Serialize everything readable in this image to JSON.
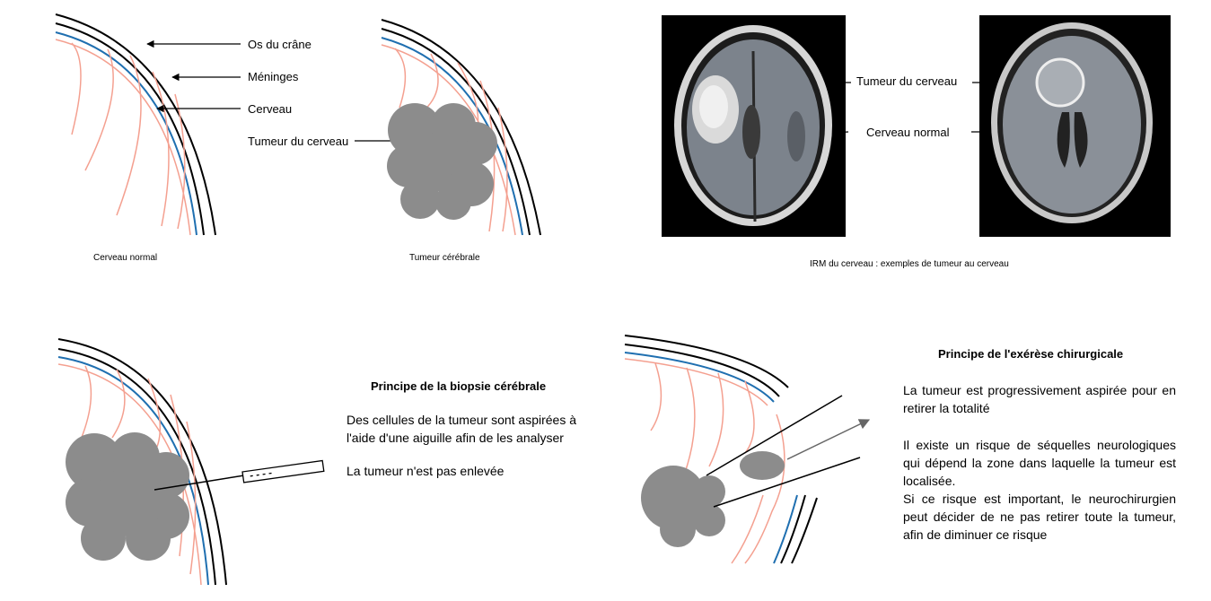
{
  "normal_diagram": {
    "labels": {
      "skull": "Os du crâne",
      "meninges": "Méninges",
      "brain": "Cerveau",
      "tumor": "Tumeur du cerveau"
    },
    "caption_normal": "Cerveau normal",
    "caption_tumor": "Tumeur cérébrale"
  },
  "mri": {
    "label_tumor": "Tumeur du cerveau",
    "label_normal": "Cerveau normal",
    "caption": "IRM du cerveau : exemples de tumeur au cerveau"
  },
  "biopsy": {
    "title": "Principe de la biopsie cérébrale",
    "text1": "Des cellules de la tumeur sont aspirées à l'aide d'une aiguille afin de les analyser",
    "text2": "La tumeur n'est pas enlevée"
  },
  "exeresis": {
    "title": "Principe de l'exérèse chirurgicale",
    "text1": "La tumeur est progressivement aspirée pour en retirer la totalité",
    "text2": "Il existe un risque de séquelles neurologiques qui dépend la zone dans laquelle la tumeur est localisée.",
    "text3": "Si ce risque est important, le neurochirurgien peut décider de ne pas retirer toute la tumeur, afin de diminuer ce risque"
  },
  "colors": {
    "skull": "#000000",
    "meninges": "#1f6fb0",
    "brain": "#f4a090",
    "tumor": "#8c8c8c"
  }
}
